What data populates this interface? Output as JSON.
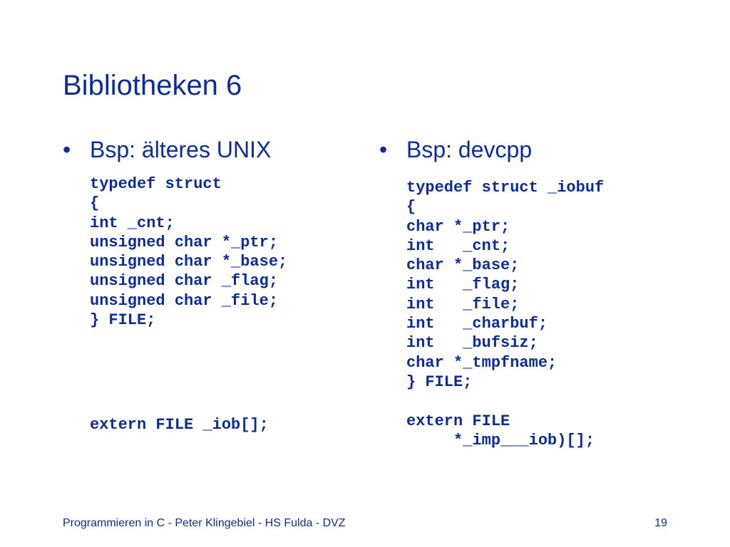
{
  "slide": {
    "title": "Bibliotheken 6"
  },
  "left": {
    "bullet_symbol": "•",
    "heading": "Bsp: älteres UNIX",
    "code": "typedef struct\n{\nint _cnt;\nunsigned char *_ptr;\nunsigned char *_base;\nunsigned char _flag;\nunsigned char _file;\n} FILE;",
    "extern": "extern FILE _iob[];"
  },
  "right": {
    "bullet_symbol": "•",
    "heading": "Bsp: devcpp",
    "code": "typedef struct _iobuf\n{\nchar *_ptr;\nint   _cnt;\nchar *_base;\nint   _flag;\nint   _file;\nint   _charbuf;\nint   _bufsiz;\nchar *_tmpfname;\n} FILE;",
    "extern": "extern FILE\n     *_imp___iob)[];"
  },
  "footer": {
    "text": "Programmieren in C - Peter Klingebiel - HS Fulda - DVZ",
    "page_number": "19"
  },
  "colors": {
    "text": "#0d2c96",
    "background": "#ffffff"
  }
}
